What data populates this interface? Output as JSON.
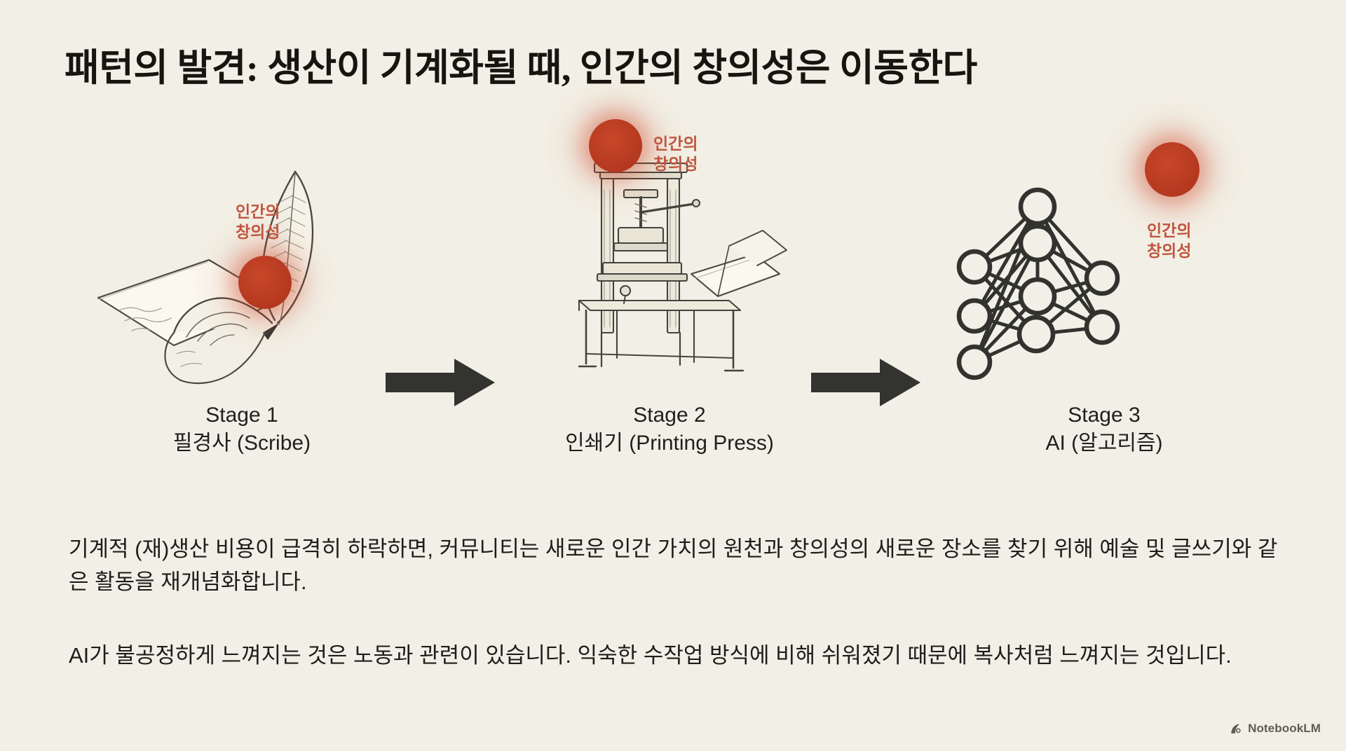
{
  "title": "패턴의 발견: 생산이 기계화될 때, 인간의 창의성은 이동한다",
  "creativity_label": {
    "line1": "인간의",
    "line2": "창의성"
  },
  "stages": [
    {
      "id": "stage1",
      "number": "Stage 1",
      "name": "필경사 (Scribe)",
      "illustration": "hand-with-quill-pen-on-parchment"
    },
    {
      "id": "stage2",
      "number": "Stage 2",
      "name": "인쇄기 (Printing Press)",
      "illustration": "gutenberg-printing-press"
    },
    {
      "id": "stage3",
      "number": "Stage 3",
      "name": "AI (알고리즘)",
      "illustration": "neural-network-graph"
    }
  ],
  "arrows": [
    {
      "id": "arrow1",
      "name": "arrow-stage1-to-stage2"
    },
    {
      "id": "arrow2",
      "name": "arrow-stage2-to-stage3"
    }
  ],
  "body": {
    "paragraph1": "기계적 (재)생산 비용이 급격히 하락하면, 커뮤니티는 새로운 인간 가치의 원천과 창의성의 새로운 장소를 찾기 위해 예술 및 글쓰기와 같은 활동을 재개념화합니다.",
    "paragraph2": "AI가 불공정하게 느껴지는 것은 노동과 관련이 있습니다. 익숙한 수작업 방식에 비해 쉬워졌기 때문에 복사처럼 느껴지는 것입니다."
  },
  "watermark": {
    "text": "NotebookLM",
    "icon": "notebooklm-logo-icon"
  },
  "colors": {
    "background": "#f2f0e6",
    "text": "#1d1d1b",
    "accent_red": "#b63a20",
    "accent_red_label": "#c0563f",
    "arrow": "#2f2f2d",
    "ink": "#333330"
  }
}
